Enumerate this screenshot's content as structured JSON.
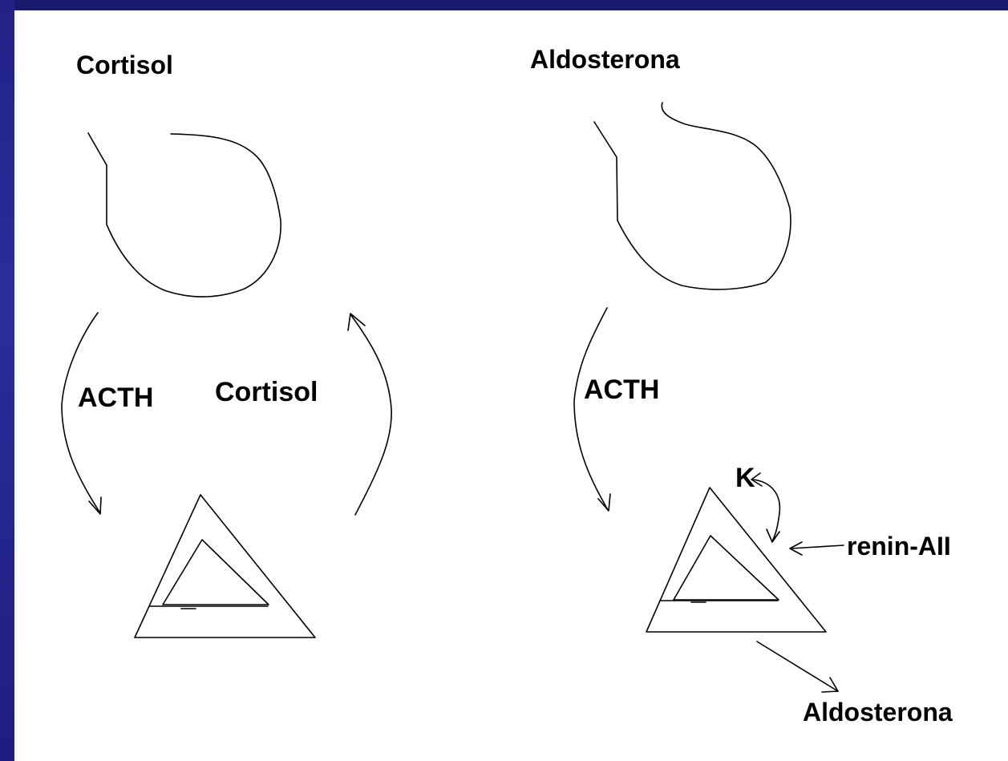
{
  "colors": {
    "frame": "#1a1a6e",
    "canvas": "#ffffff",
    "ink": "#000000"
  },
  "left_panel": {
    "title": "Cortisol",
    "arrow_down_label": "ACTH",
    "arrow_up_label": "Cortisol"
  },
  "right_panel": {
    "title": "Aldosterona",
    "arrow_down_label": "ACTH",
    "potassium_label": "K",
    "renin_label": "renin-AII",
    "output_label": "Aldosterona"
  }
}
